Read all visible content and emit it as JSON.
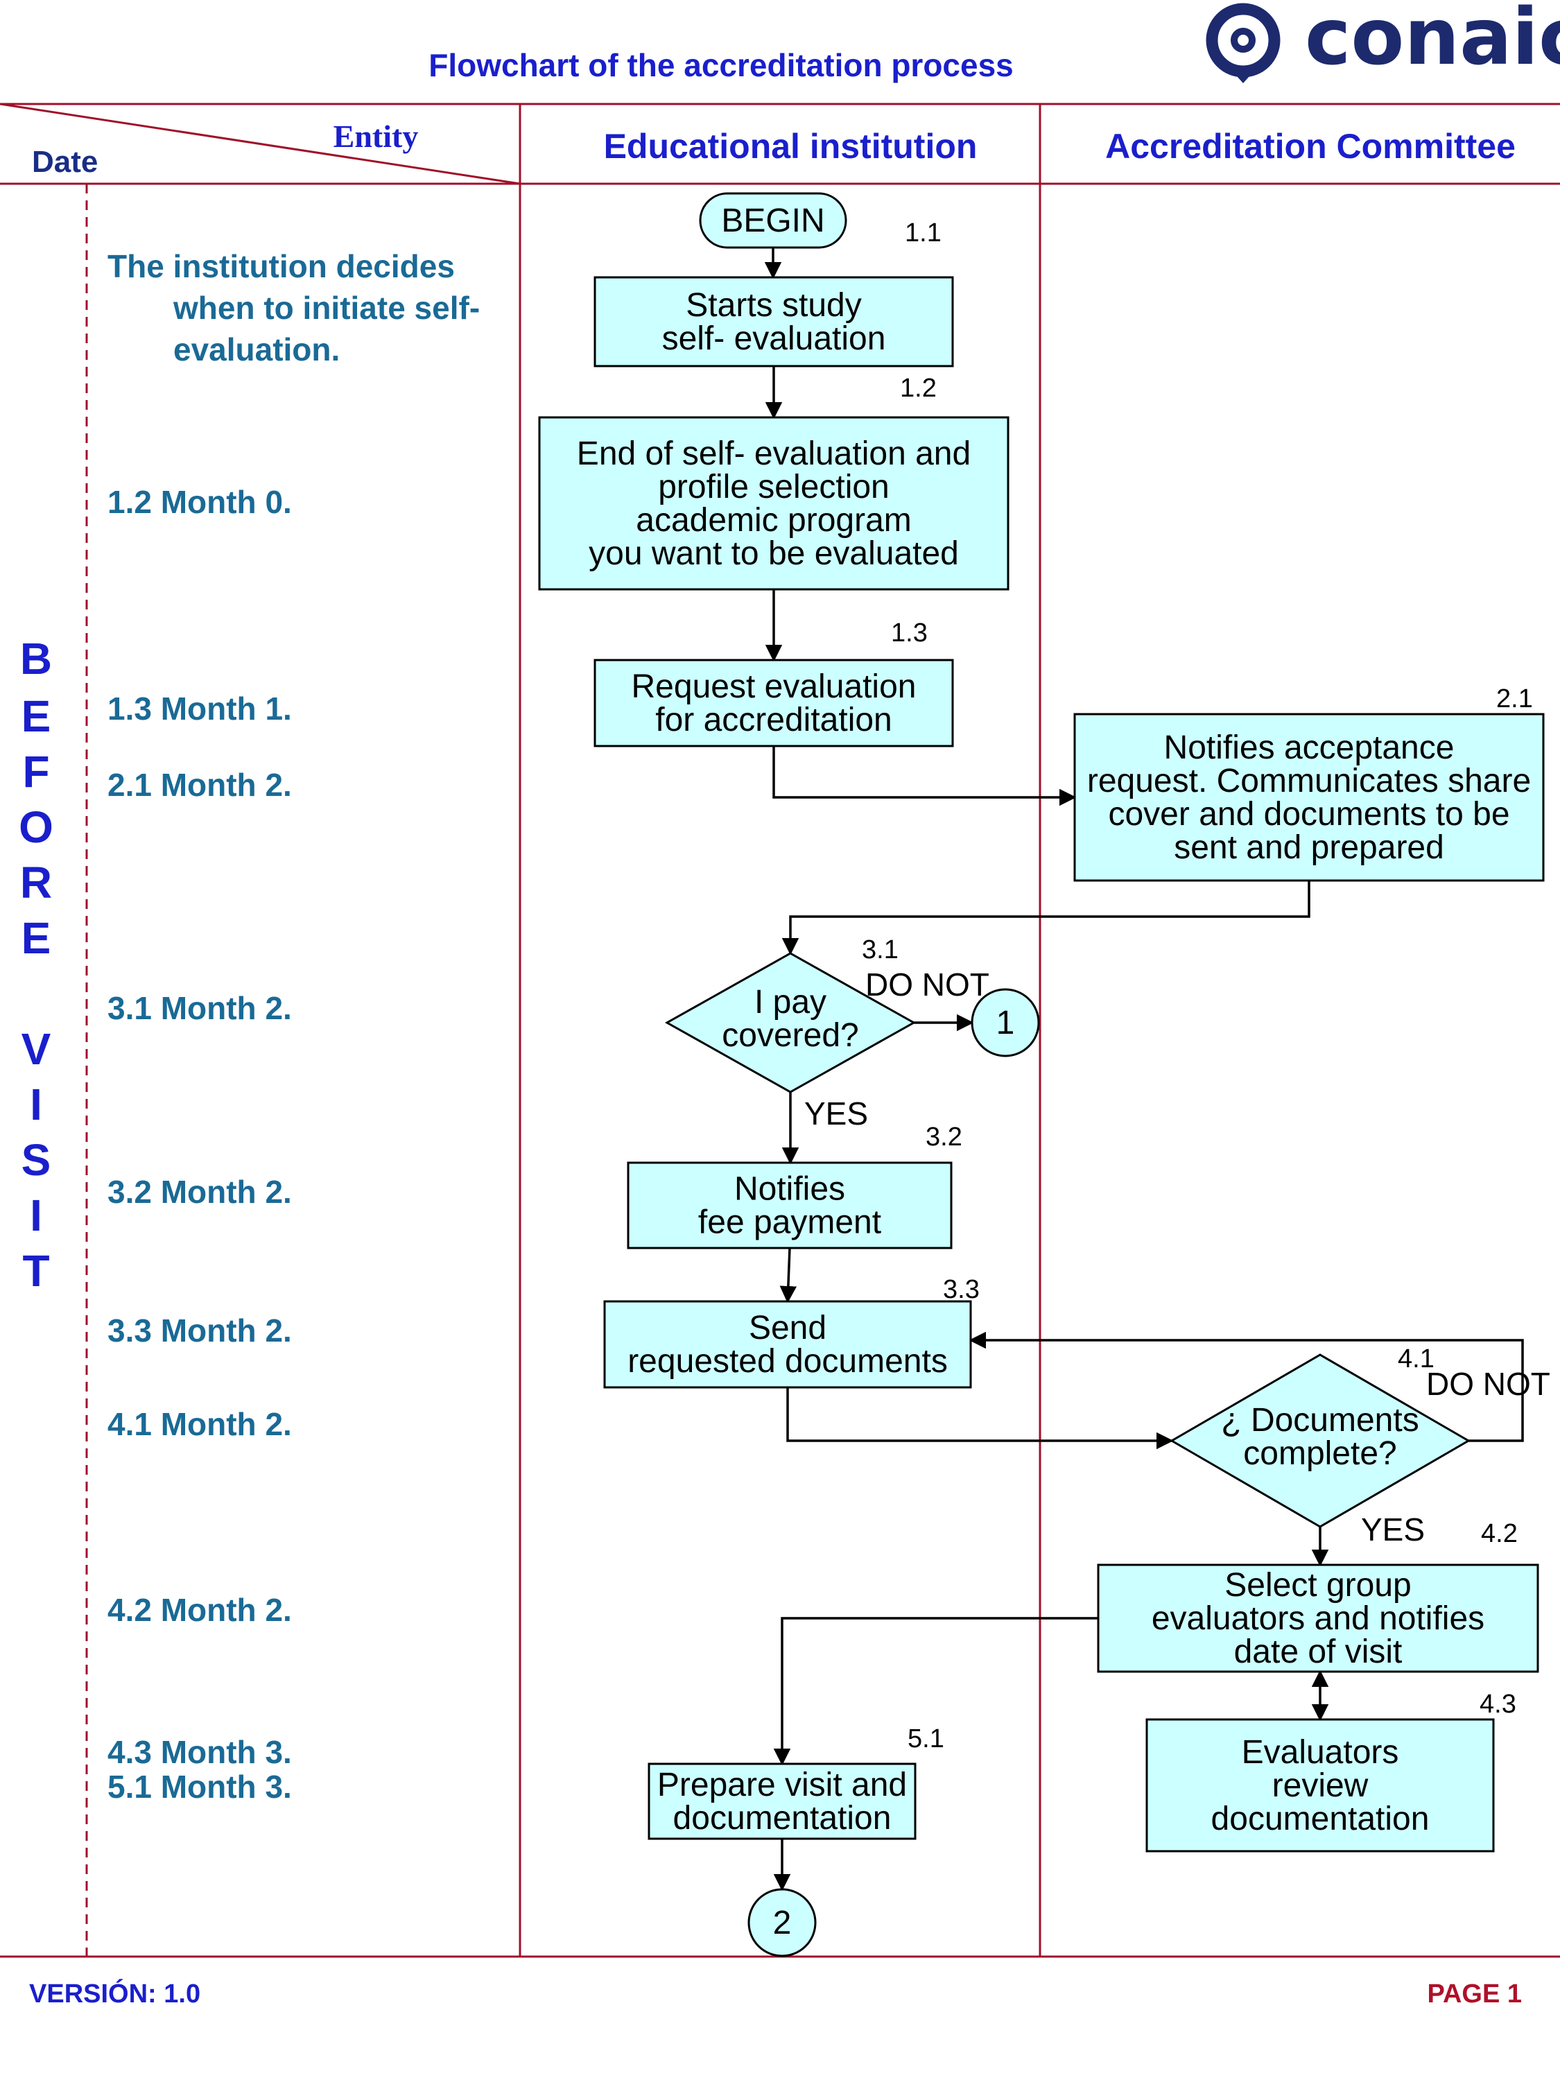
{
  "title": "Flowchart of the accreditation process",
  "logo": {
    "text": "conaic."
  },
  "header": {
    "entity_label": "Entity",
    "date_label": "Date",
    "lanes": [
      "Educational institution",
      "Accreditation Committee"
    ]
  },
  "phase_label": [
    "B",
    "E",
    "F",
    "O",
    "R",
    "E",
    "",
    "V",
    "I",
    "S",
    "I",
    "T"
  ],
  "timeline": [
    [
      "The institution decides",
      "when to initiate self-",
      "evaluation."
    ],
    [
      "1.2 Month 0."
    ],
    [
      "1.3 Month 1."
    ],
    [
      "2.1 Month 2."
    ],
    [
      "3.1 Month 2."
    ],
    [
      "3.2 Month 2."
    ],
    [
      "3.3 Month 2."
    ],
    [
      "4.1 Month 2."
    ],
    [
      "4.2 Month 2."
    ],
    [
      "4.3 Month 3."
    ],
    [
      "5.1 Month 3."
    ]
  ],
  "nodes": [
    {
      "id": "begin",
      "shape": "terminal",
      "lines": [
        "BEGIN"
      ],
      "step": "1.1"
    },
    {
      "id": "n12",
      "shape": "process",
      "lines": [
        "Starts study",
        "self- evaluation"
      ],
      "step": "1.2"
    },
    {
      "id": "n13",
      "shape": "process",
      "lines": [
        "End of self- evaluation and",
        "profile selection",
        "academic program",
        "you want to be evaluated"
      ],
      "step": "1.3"
    },
    {
      "id": "n14",
      "shape": "process",
      "lines": [
        "Request evaluation",
        "for accreditation"
      ],
      "step": ""
    },
    {
      "id": "n21",
      "shape": "process",
      "lines": [
        "Notifies acceptance",
        "request. Communicates share",
        "cover and documents to be",
        "sent and prepared"
      ],
      "step": "2.1"
    },
    {
      "id": "d31",
      "shape": "decision",
      "lines": [
        "I pay",
        "covered?"
      ],
      "step": "3.1"
    },
    {
      "id": "c1",
      "shape": "connector",
      "lines": [
        "1"
      ],
      "step": ""
    },
    {
      "id": "n32",
      "shape": "process",
      "lines": [
        "Notifies",
        "fee payment"
      ],
      "step": "3.2"
    },
    {
      "id": "n33",
      "shape": "process",
      "lines": [
        "Send",
        "requested documents"
      ],
      "step": "3.3"
    },
    {
      "id": "d41",
      "shape": "decision",
      "lines": [
        "¿ Documents",
        "complete?"
      ],
      "step": "4.1"
    },
    {
      "id": "n42",
      "shape": "process",
      "lines": [
        "Select group",
        "evaluators and notifies",
        "date of visit"
      ],
      "step": "4.2"
    },
    {
      "id": "n43",
      "shape": "process",
      "lines": [
        "Evaluators",
        "review",
        "documentation"
      ],
      "step": "4.3"
    },
    {
      "id": "n51",
      "shape": "process",
      "lines": [
        "Prepare visit and",
        "documentation"
      ],
      "step": "5.1"
    },
    {
      "id": "c2",
      "shape": "connector",
      "lines": [
        "2"
      ],
      "step": ""
    }
  ],
  "edges": [
    {
      "from": "begin",
      "to": "n12",
      "label": ""
    },
    {
      "from": "n12",
      "to": "n13",
      "label": ""
    },
    {
      "from": "n13",
      "to": "n14",
      "label": ""
    },
    {
      "from": "n14",
      "to": "n21",
      "label": ""
    },
    {
      "from": "n21",
      "to": "d31",
      "label": ""
    },
    {
      "from": "d31",
      "to": "c1",
      "label": "DO NOT"
    },
    {
      "from": "d31",
      "to": "n32",
      "label": "YES"
    },
    {
      "from": "n32",
      "to": "n33",
      "label": ""
    },
    {
      "from": "n33",
      "to": "d41",
      "label": ""
    },
    {
      "from": "d41",
      "to": "n33",
      "label": "DO NOT"
    },
    {
      "from": "d41",
      "to": "n42",
      "label": "YES"
    },
    {
      "from": "n42",
      "to": "n43",
      "label": ""
    },
    {
      "from": "n43",
      "to": "n42",
      "label": ""
    },
    {
      "from": "n42",
      "to": "n51",
      "label": ""
    },
    {
      "from": "n51",
      "to": "c2",
      "label": ""
    }
  ],
  "footer": {
    "version": "VERSIÓN: 1.0",
    "page": "PAGE 1"
  },
  "colors": {
    "box_fill": "#ccffff",
    "grid": "#a0102a",
    "title": "#1a1fcc",
    "timeline": "#1a6a96",
    "page_label": "#b0102a"
  }
}
